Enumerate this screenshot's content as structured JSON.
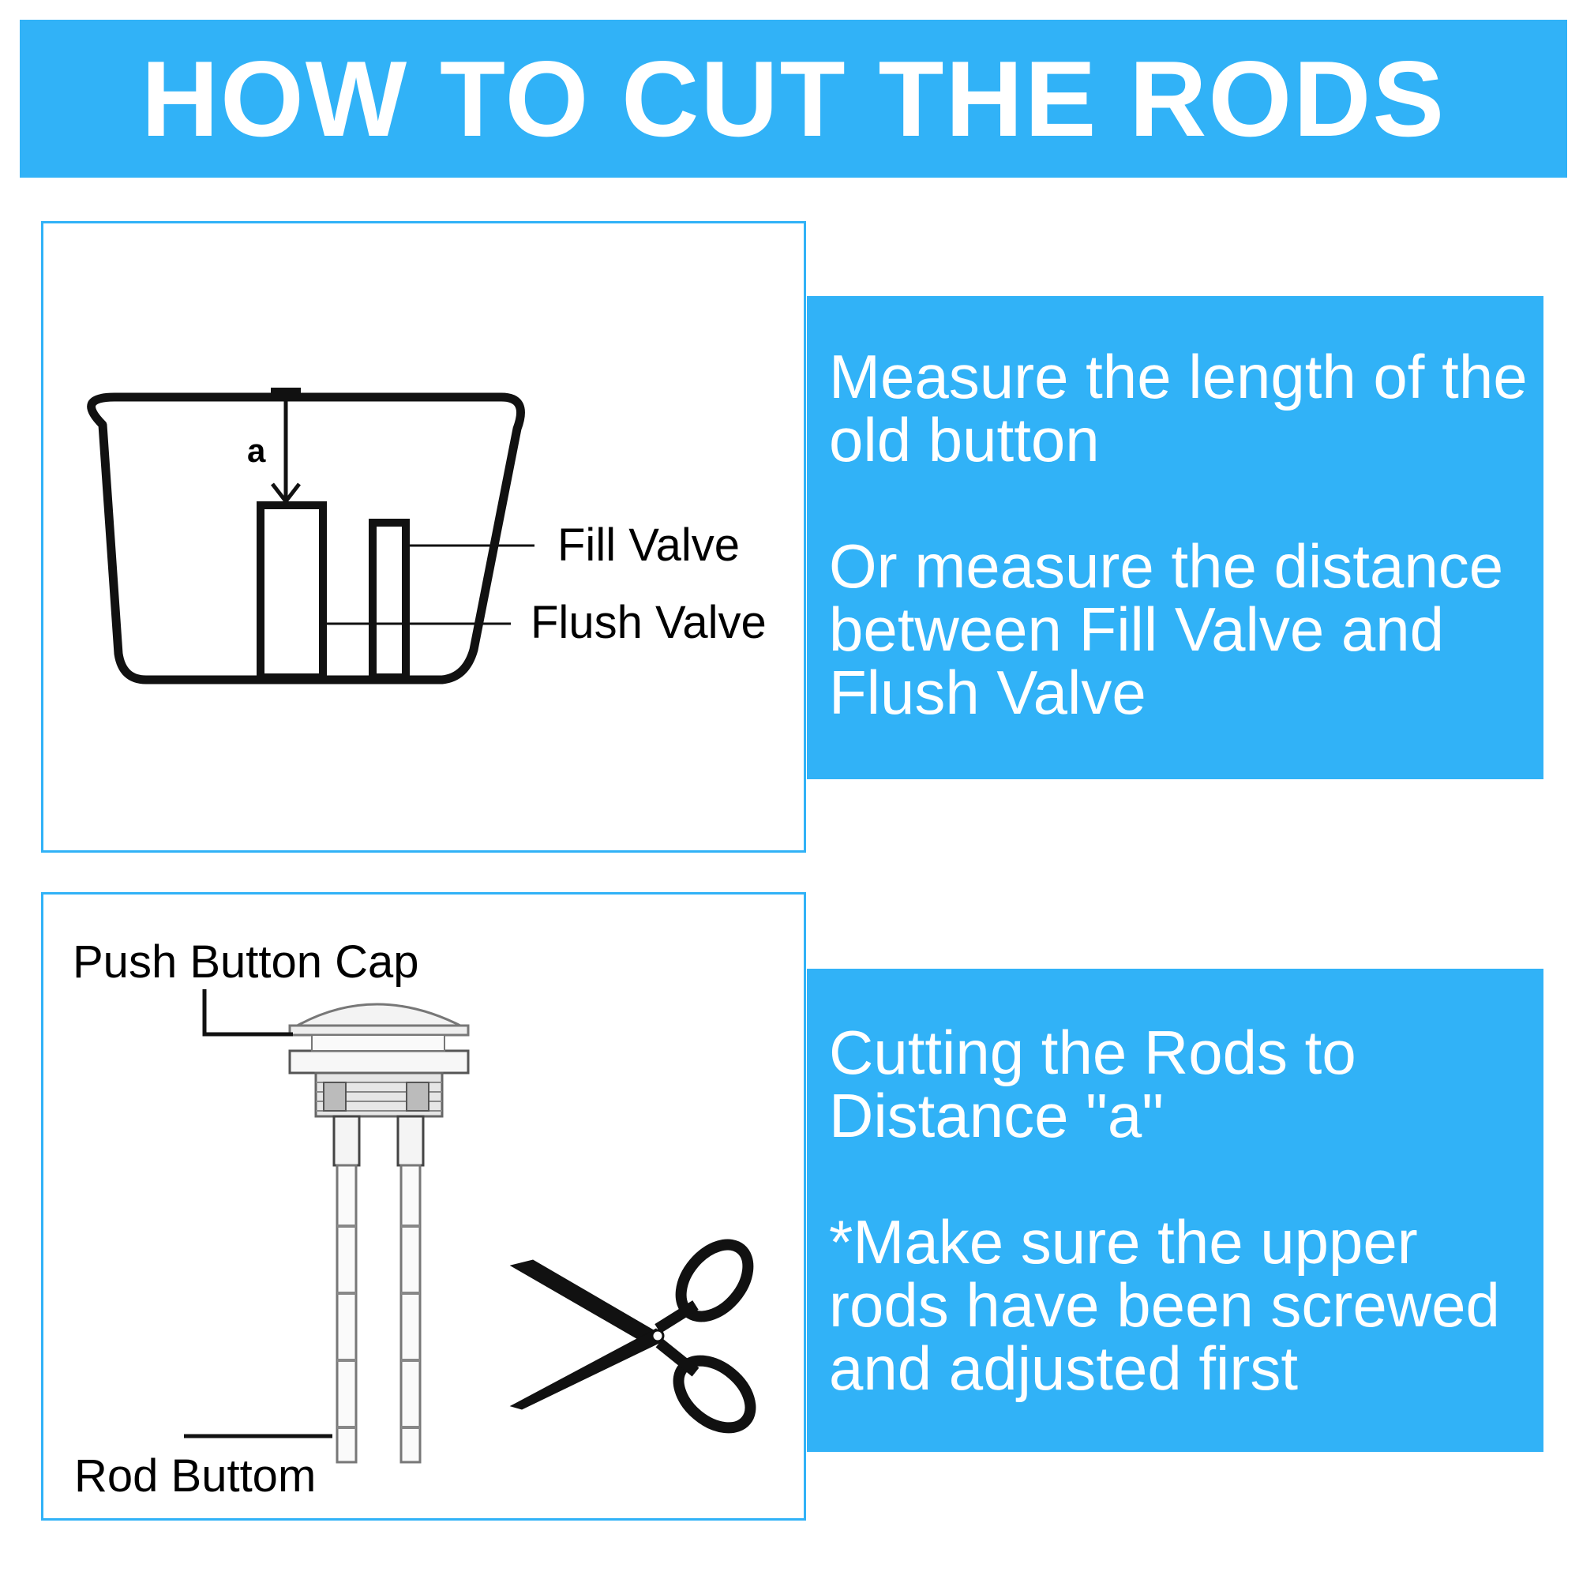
{
  "header": {
    "title": "HOW TO CUT THE RODS"
  },
  "step1": {
    "diagram": {
      "label_a": "a",
      "label_fill_valve": "Fill Valve",
      "label_flush_valve": "Flush Valve"
    },
    "text_1": "Measure the length of the old button",
    "text_2": "Or measure the distance between Fill Valve and Flush Valve"
  },
  "step2": {
    "diagram": {
      "label_cap": "Push Button Cap",
      "label_rod_bottom": "Rod Buttom"
    },
    "text_1": "Cutting the Rods to Distance \"a\"",
    "text_2": "*Make sure the upper rods have been screwed and adjusted first"
  },
  "colors": {
    "accent": "#31b2f7",
    "text_on_accent": "#ffffff",
    "line": "#111111"
  }
}
